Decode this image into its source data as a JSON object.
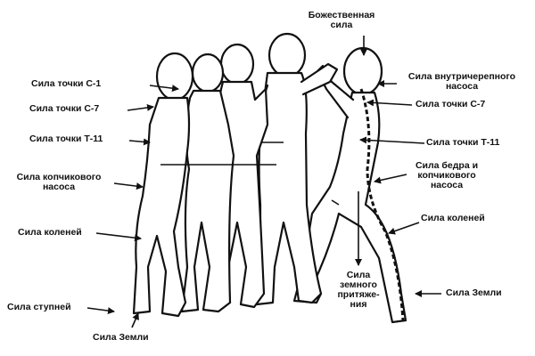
{
  "labels": {
    "divine_force": [
      "Божественная",
      "сила"
    ],
    "c1": "Сила точки С-1",
    "c7_left": "Сила точки С-7",
    "t11_left": "Сила точки Т-11",
    "coccyx_pump_left": [
      "Сила копчикового",
      "насоса"
    ],
    "knees_left": "Сила коленей",
    "feet": "Сила ступней",
    "earth_bottom": "Сила Земли",
    "cranial_pump": [
      "Сила внутричерепного",
      "насоса"
    ],
    "c7_right": "Сила точки С-7",
    "t11_right": "Сила точки Т-11",
    "hip_coccyx_pump": [
      "Сила бедра и",
      "копчикового",
      "насоса"
    ],
    "knees_right": "Сила коленей",
    "gravity": [
      "Сила",
      "земного",
      "притяже-",
      "ния"
    ],
    "earth_right": "Сила Земли"
  },
  "colors": {
    "ink": "#111111",
    "background": "#ffffff"
  }
}
